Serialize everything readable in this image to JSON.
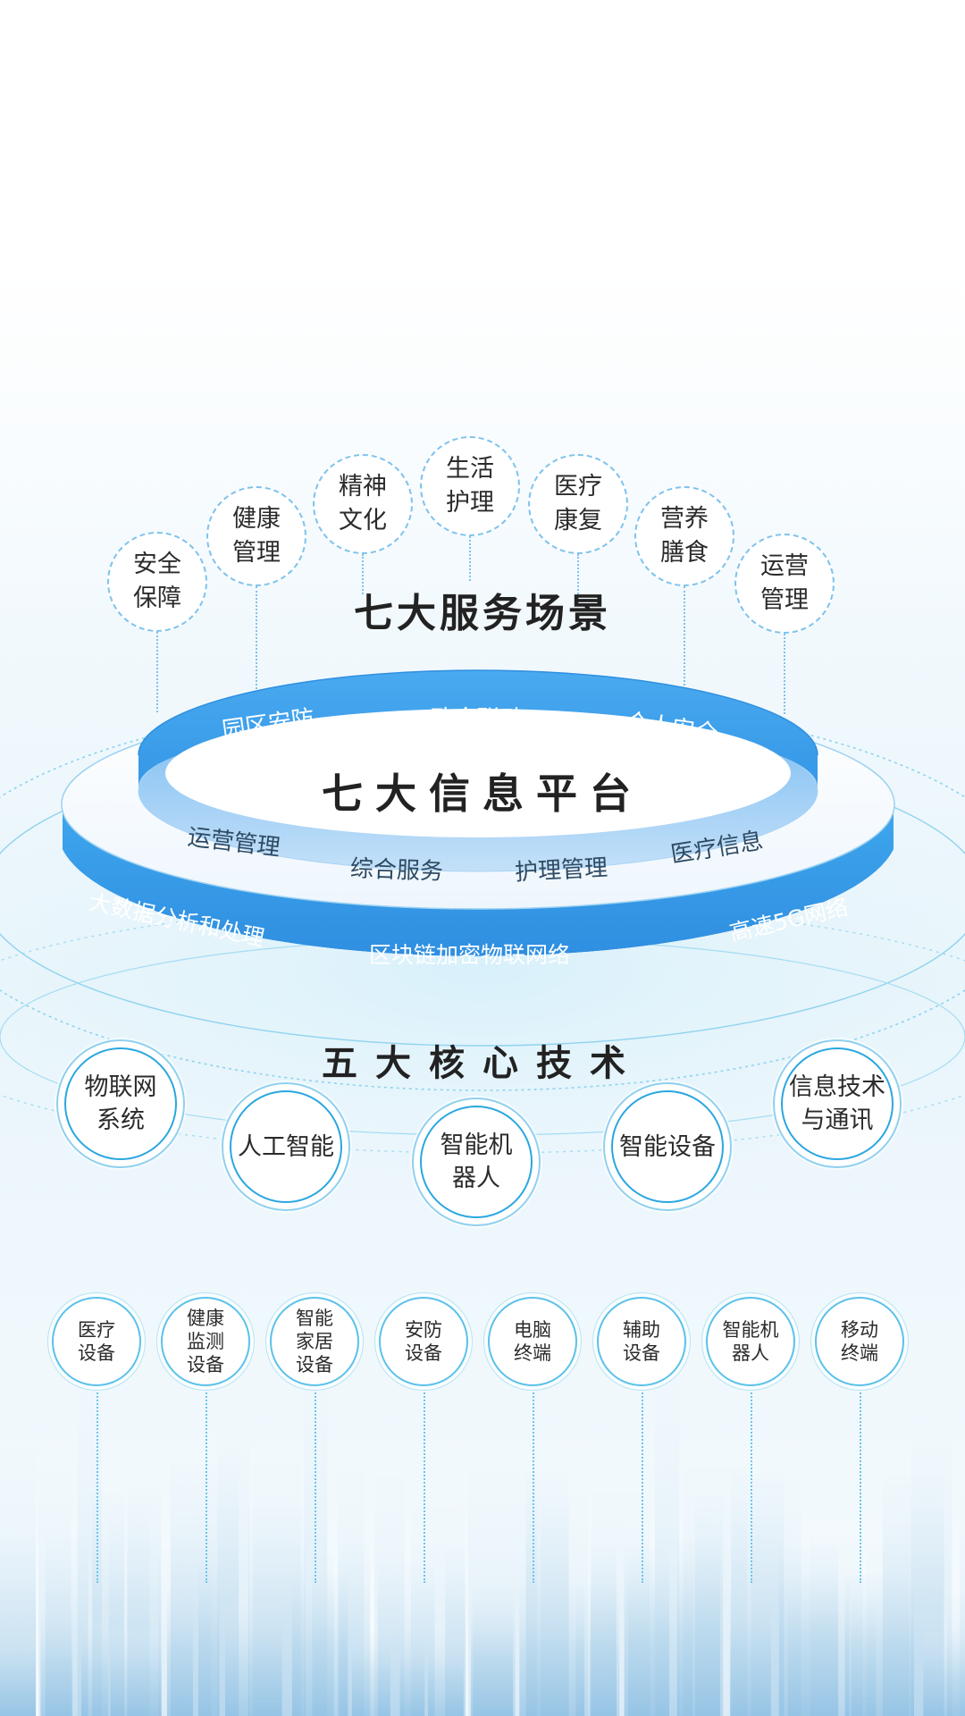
{
  "service_scenes": {
    "title": "七大服务场景",
    "items": [
      "安全保障",
      "健康管理",
      "精神文化",
      "生活护理",
      "医疗康复",
      "营养膳食",
      "运营管理"
    ]
  },
  "info_platform": {
    "title": "七大信息平台",
    "top_ring": [
      "园区安防",
      "政企联动",
      "个人安全"
    ],
    "inner_ring": [
      "运营管理",
      "综合服务",
      "护理管理",
      "医疗信息"
    ],
    "outer_ring": [
      "大数据分析和处理",
      "区块链加密物联网络",
      "高速5G网络"
    ]
  },
  "core_tech": {
    "title": "五大核心技术",
    "items": [
      "物联网系统",
      "人工智能",
      "智能机器人",
      "智能设备",
      "信息技术与通讯"
    ]
  },
  "devices": {
    "items": [
      "医疗设备",
      "健康监测设备",
      "智能家居设备",
      "安防设备",
      "电脑终端",
      "辅助设备",
      "智能机器人",
      "移动终端"
    ]
  },
  "colors": {
    "ring_blue": "#3aa3ee",
    "accent_line": "#7ec3ec",
    "circle_border": "#2aa7e0",
    "city_blue": "#a9cfe8"
  }
}
